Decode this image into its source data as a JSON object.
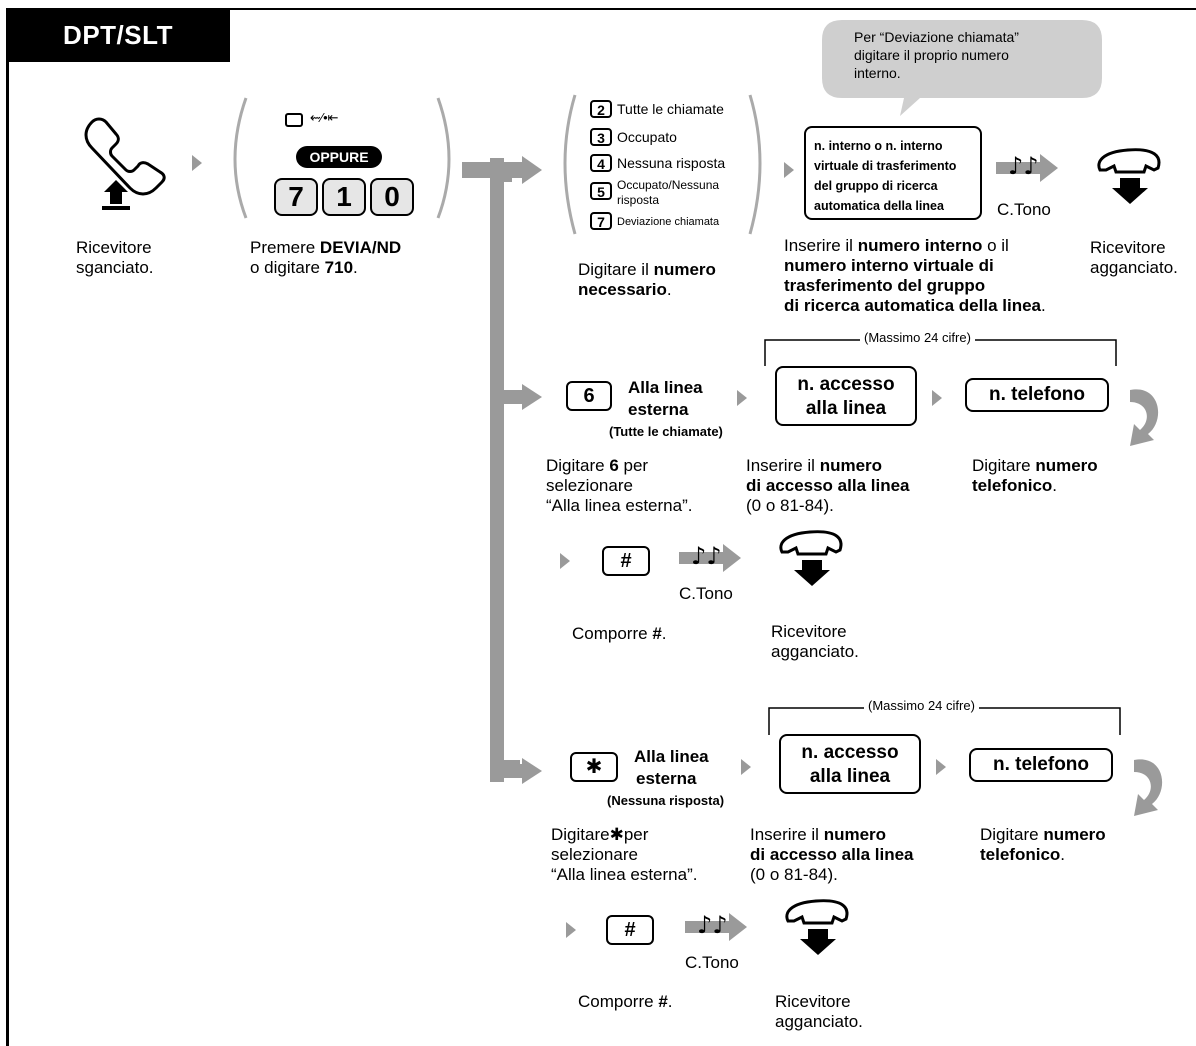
{
  "header": {
    "tab_label": "DPT/SLT"
  },
  "bubble": {
    "text_line1": "Per “Deviazione chiamata”",
    "text_line2": "digitare il proprio numero",
    "text_line3": "interno."
  },
  "step1": {
    "caption_line1": "Ricevitore",
    "caption_line2": "sganciato."
  },
  "step2": {
    "symbol": "⇜⁄•⇤",
    "oppure": "OPPURE",
    "keys": [
      "7",
      "1",
      "0"
    ],
    "caption_pre": "Premere ",
    "caption_bold": "DEVIA/ND",
    "caption_line2_pre": "o digitare ",
    "caption_line2_bold": "710",
    "caption_line2_post": "."
  },
  "options": [
    {
      "key": "2",
      "label": "Tutte le chiamate"
    },
    {
      "key": "3",
      "label": "Occupato"
    },
    {
      "key": "4",
      "label": "Nessuna risposta"
    },
    {
      "key": "5",
      "label": "Occupato/Nessuna risposta"
    },
    {
      "key": "7",
      "label": "Deviazione chiamata"
    }
  ],
  "options_caption": {
    "pre": "Digitare il ",
    "bold1": "numero",
    "bold2": "necessario",
    "post": "."
  },
  "ext_box": {
    "line1": "n. interno o n. interno",
    "line2": "virtuale di trasferimento",
    "line3": "del gruppo di ricerca",
    "line4": "automatica della linea"
  },
  "ext_caption": {
    "l1_pre": "Inserire il ",
    "l1_bold": "numero interno",
    "l1_post": " o il",
    "l2": "numero interno virtuale di",
    "l3": "trasferimento del gruppo",
    "l4": "di ricerca automatica della linea",
    "l4_post": "."
  },
  "ctono": "C.Tono",
  "hangup_caption": {
    "line1": "Ricevitore",
    "line2": "agganciato."
  },
  "branch6": {
    "key": "6",
    "label1": "Alla linea",
    "label2": "esterna",
    "sub": "(Tutte le chiamate)",
    "cap_l1_pre": "Digitare ",
    "cap_l1_bold": "6",
    "cap_l1_post": " per",
    "cap_l2": "selezionare",
    "cap_l3": "“Alla linea esterna”."
  },
  "branchStar": {
    "key": "✱",
    "label1": "Alla linea",
    "label2": "esterna",
    "sub": "(Nessuna risposta)",
    "cap_l1_pre": "Digitare",
    "cap_l1_star": "✱",
    "cap_l1_post": "per",
    "cap_l2": "selezionare",
    "cap_l3": "“Alla linea esterna”."
  },
  "max_digits": "(Massimo 24 cifre)",
  "access_box": {
    "line1": "n. accesso",
    "line2": "alla linea"
  },
  "access_caption": {
    "l1_pre": "Inserire il ",
    "l1_bold": "numero",
    "l2": "di accesso alla linea",
    "l3": "(0 o 81-84)."
  },
  "phone_box": "n. telefono",
  "phone_caption": {
    "l1_pre": "Digitare ",
    "l1_bold": "numero",
    "l2": "telefonico",
    "l2_post": "."
  },
  "hash_key": "#",
  "hash_caption": {
    "pre": "Comporre ",
    "bold": "#",
    "post": "."
  }
}
